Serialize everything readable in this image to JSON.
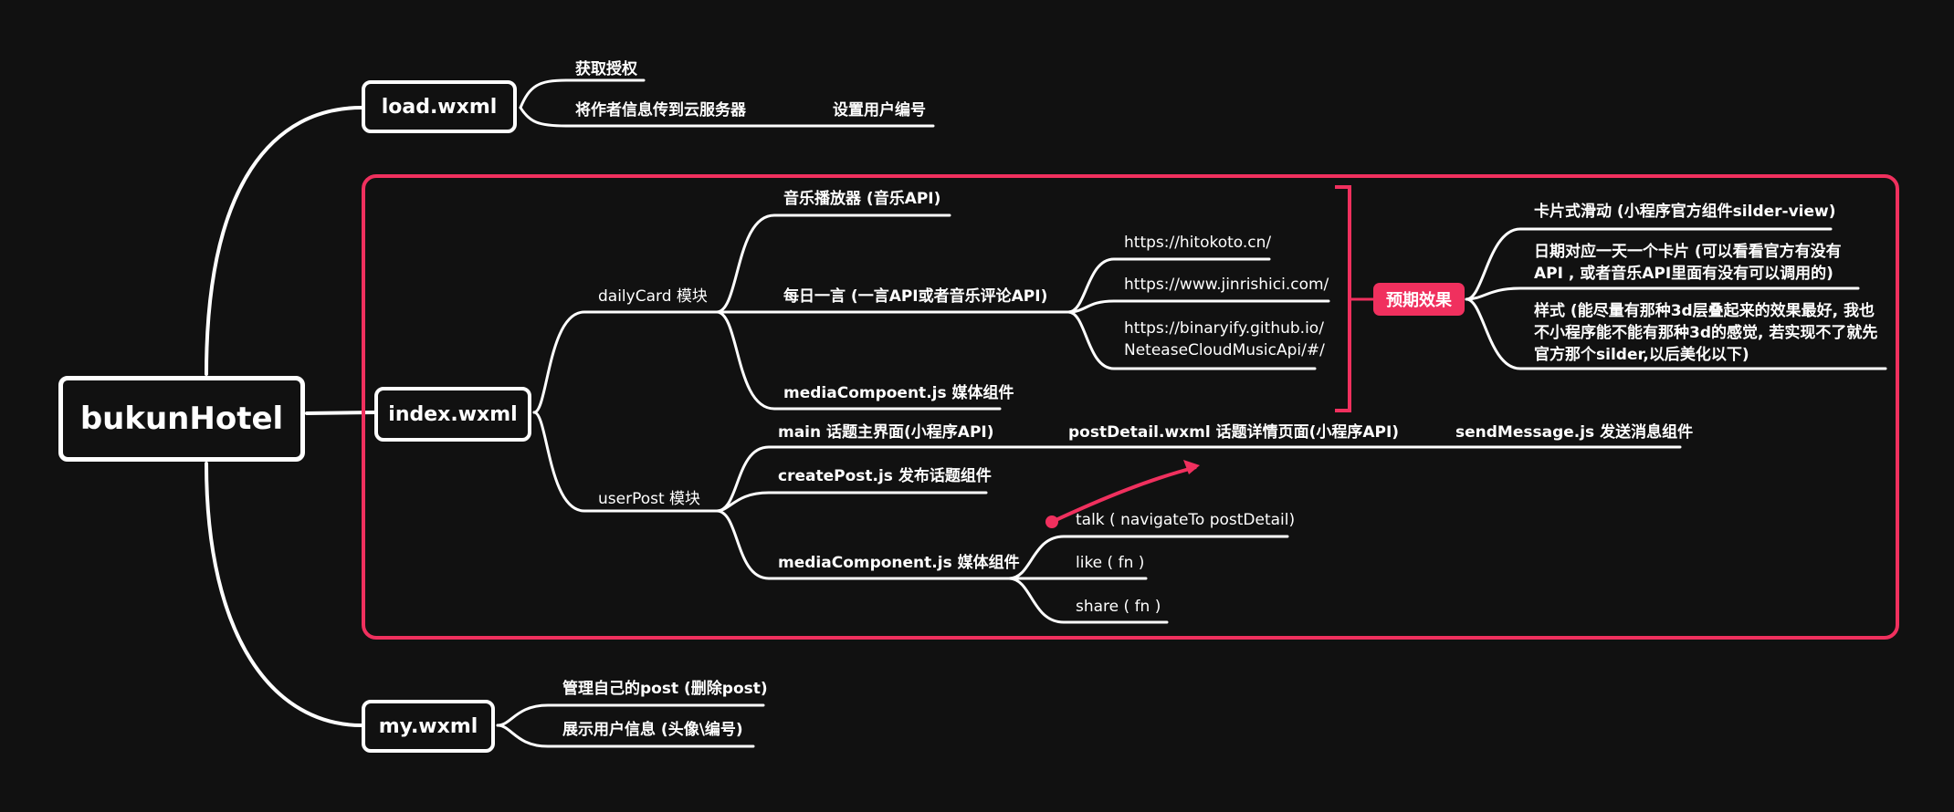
{
  "root": "bukunHotel",
  "colors": {
    "background": "#111111",
    "line": "#ffffff",
    "accent": "#f0305e"
  },
  "load": {
    "title": "load.wxml",
    "items": [
      "获取授权",
      "将作者信息传到云服务器"
    ],
    "sub": "设置用户编号"
  },
  "index": {
    "title": "index.wxml",
    "daily": {
      "title": "dailyCard 模块",
      "music": "音乐播放器 (音乐API)",
      "quote": "每日一言 (一言API或者音乐评论API)",
      "media": "mediaCompoent.js 媒体组件",
      "urls": [
        "https://hitokoto.cn/",
        "https://www.jinrishici.com/",
        "https://binaryify.github.io/ NeteaseCloudMusicApi/#/"
      ]
    },
    "expect": {
      "badge": "预期效果",
      "items": [
        "卡片式滑动 (小程序官方组件silder-view)",
        "日期对应一天一个卡片 (可以看看官方有没有API , 或者音乐API里面有没有可以调用的)",
        "样式 (能尽量有那种3d层叠起来的效果最好, 我也不小程序能不能有那种3d的感觉, 若实现不了就先官方那个silder,以后美化以下)"
      ]
    },
    "post": {
      "title": "userPost 模块",
      "main": "main  话题主界面(小程序API)",
      "detail": "postDetail.wxml  话题详情页面(小程序API)",
      "send": "sendMessage.js 发送消息组件",
      "create": "createPost.js  发布话题组件",
      "media": "mediaComponent.js  媒体组件",
      "actions": [
        "talk ( navigateTo postDetail)",
        "like ( fn )",
        "share  ( fn )"
      ]
    }
  },
  "my": {
    "title": "my.wxml",
    "items": [
      "管理自己的post (删除post)",
      "展示用户信息 (头像\\编号)"
    ]
  }
}
